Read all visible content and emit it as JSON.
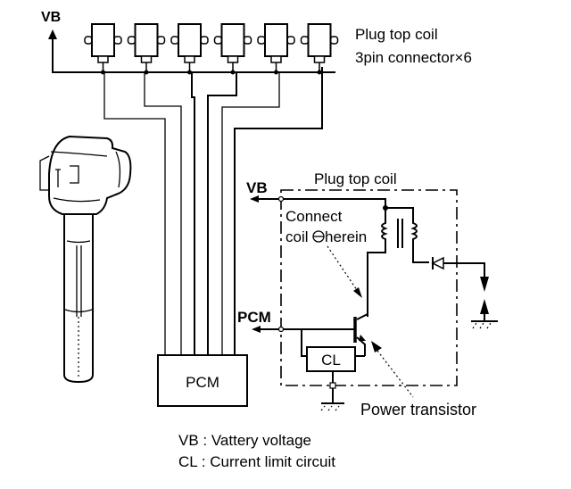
{
  "labels": {
    "vb_top": "VB",
    "coil_header_line1": "Plug top coil",
    "coil_header_line2": "3pin connector×6",
    "plug_top_coil_box": "Plug top coil",
    "vb_circuit": "VB",
    "connect_line1": "Connect",
    "connect_line2_a": "coil",
    "connect_line2_b": "herein",
    "pcm_circuit": "PCM",
    "cl_box": "CL",
    "pcm_box": "PCM",
    "power_transistor": "Power transistor"
  },
  "legend": [
    {
      "abbr": "VB",
      "text": "VB : Vattery voltage"
    },
    {
      "abbr": "CL",
      "text": "CL : Current limit circuit"
    }
  ],
  "components": {
    "coil_connector_count": 6,
    "colors": {
      "line": "#000000",
      "background": "#ffffff"
    }
  }
}
